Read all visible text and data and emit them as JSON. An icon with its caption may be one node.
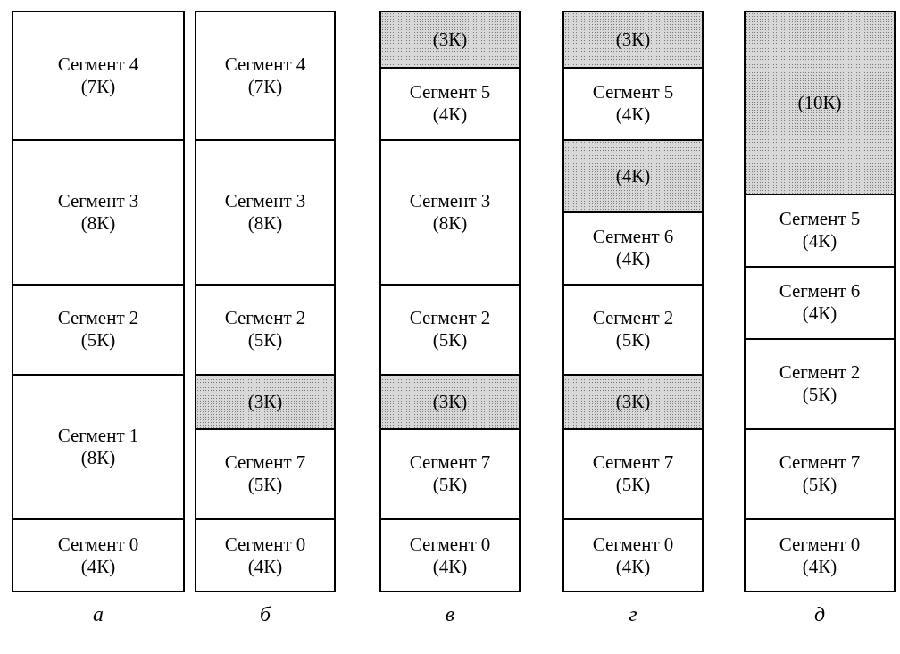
{
  "diagram": {
    "nodes": [
      {
        "text": [],
        "shape": "box",
        "beside": [
          "а"
        ]
      },
      {
        "text": [
          "Сегмент 4 (7К)"
        ],
        "in": 0
      },
      {
        "text": [
          "Сегмент 3 (8К)"
        ],
        "in": 0
      },
      {
        "text": [
          "Сегмент 2 (5К)"
        ],
        "in": 0
      },
      {
        "text": [
          "Сегмент 1 (8К)"
        ],
        "in": 0
      },
      {
        "text": [
          "Сегмент 0 (4К)"
        ],
        "in": 0
      },
      {
        "text": [],
        "shape": "box",
        "beside": [
          "б"
        ]
      },
      {
        "text": [
          "Сегмент 4 (7К)"
        ],
        "in": 6
      },
      {
        "text": [
          "Сегмент 3 (8К)"
        ],
        "in": 6
      },
      {
        "text": [
          "Сегмент 2 (5К)"
        ],
        "in": 6
      },
      {
        "text": [
          "(3К)"
        ],
        "in": 6
      },
      {
        "text": [
          "Сегмент 7 (5К)"
        ],
        "in": 6
      },
      {
        "text": [
          "Сегмент 0 (4К)"
        ],
        "in": 6
      },
      {
        "text": [],
        "shape": "box",
        "beside": [
          "в"
        ]
      },
      {
        "text": [
          "(3К)"
        ],
        "in": 13
      },
      {
        "text": [
          "Сегмент 5 (4К)"
        ],
        "in": 13
      },
      {
        "text": [
          "Сегмент 3 (8К)"
        ],
        "in": 13
      },
      {
        "text": [
          "Сегмент 2 (5К)"
        ],
        "in": 13
      },
      {
        "text": [
          "(3К)"
        ],
        "in": 13
      },
      {
        "text": [
          "Сегмент 7 (5К)"
        ],
        "in": 13
      },
      {
        "text": [
          "Сегмент 0 (4К)"
        ],
        "in": 13
      },
      {
        "text": [],
        "shape": "box",
        "beside": [
          "г"
        ]
      },
      {
        "text": [
          "(3К)"
        ],
        "in": 21
      },
      {
        "text": [
          "Сегмент 5 (4К)"
        ],
        "in": 21
      },
      {
        "text": [
          "(4К)"
        ],
        "in": 21
      },
      {
        "text": [
          "Сегмент 6 (4К)"
        ],
        "in": 21
      },
      {
        "text": [
          "Сегмент 2 (5К)"
        ],
        "in": 21
      },
      {
        "text": [
          "(3К)"
        ],
        "in": 21
      },
      {
        "text": [
          "Сегмент 7 (5К)"
        ],
        "in": 21
      },
      {
        "text": [
          "Сегмент 0 (4К)"
        ],
        "in": 21
      },
      {
        "text": [],
        "shape": "box",
        "beside": [
          "д"
        ]
      },
      {
        "text": [
          "(10К)"
        ],
        "in": 30
      },
      {
        "text": [
          "Сегмент 5 (4К)"
        ],
        "in": 30
      },
      {
        "text": [
          "Сегмент 6 (4К)"
        ],
        "in": 30
      },
      {
        "text": [
          "Сегмент 2 (5К)"
        ],
        "in": 30
      },
      {
        "text": [
          "Сегмент 7 (5К)"
        ],
        "in": 30
      },
      {
        "text": [
          "Сегмент 0 (4К)"
        ],
        "in": 30
      }
    ]
  }
}
